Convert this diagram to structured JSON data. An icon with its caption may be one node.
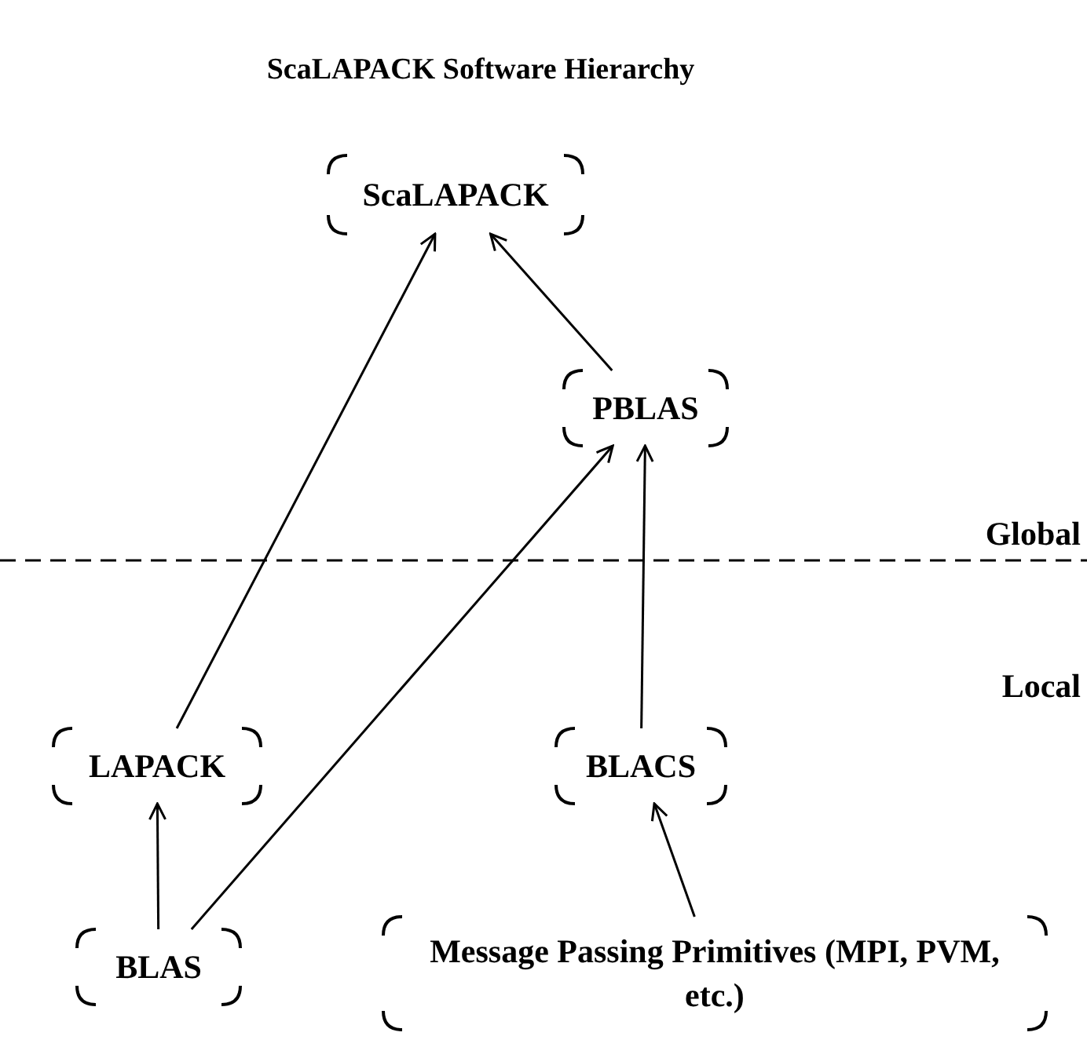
{
  "diagram": {
    "title": "ScaLAPACK Software Hierarchy",
    "nodes": [
      {
        "text": [
          "ScaLAPACK"
        ]
      },
      {
        "text": [
          "PBLAS"
        ]
      },
      {
        "text": [
          "LAPACK"
        ]
      },
      {
        "text": [
          "BLACS"
        ]
      },
      {
        "text": [
          "BLAS"
        ]
      },
      {
        "text": [
          "Message Passing Primitives (MPI, PVM, etc.)"
        ]
      }
    ],
    "edges": [
      {
        "from": 2,
        "to": 0,
        "arrow": "to"
      },
      {
        "from": 1,
        "to": 0,
        "arrow": "to"
      },
      {
        "from": 4,
        "to": 1,
        "arrow": "to"
      },
      {
        "from": 3,
        "to": 1,
        "arrow": "to"
      },
      {
        "from": 4,
        "to": 2,
        "arrow": "to"
      },
      {
        "from": 5,
        "to": 3,
        "arrow": "to"
      }
    ],
    "labels": [
      "Global",
      "Local"
    ]
  }
}
